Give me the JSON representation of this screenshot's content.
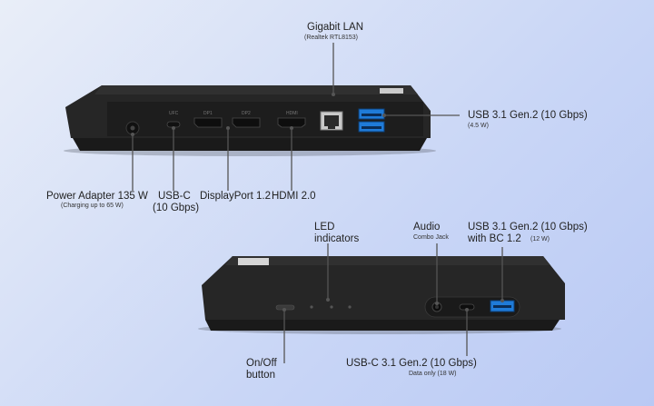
{
  "callouts_back": {
    "gigabit_lan": "Gigabit LAN",
    "gigabit_lan_sub": "(Realtek RTL8153)",
    "usb31_gen2": "USB 3.1 Gen.2 (10 Gbps)",
    "usb31_gen2_sub": "(4.5 W)",
    "power_adapter": "Power Adapter 135 W",
    "power_adapter_sub": "(Charging up to 65 W)",
    "usbc_line1": "USB-C",
    "usbc_line2": "(10 Gbps)",
    "displayport": "DisplayPort 1.2",
    "hdmi": "HDMI 2.0"
  },
  "callouts_front": {
    "led_line1": "LED",
    "led_line2": "indicators",
    "audio": "Audio",
    "audio_sub": "Combo Jack",
    "usb_bc_line1": "USB 3.1 Gen.2 (10 Gbps)",
    "usb_bc_line2": "with BC 1.2",
    "usb_bc_sub": "(12 W)",
    "onoff_line1": "On/Off",
    "onoff_line2": "button",
    "usbc_data": "USB-C 3.1 Gen.2 (10 Gbps)",
    "usbc_data_sub": "Data only (18 W)"
  },
  "port_labels": {
    "usbc": "UFC",
    "dp1": "DP1",
    "dp2": "DP2",
    "hdmi": "HDMI"
  },
  "colors": {
    "dock_body": "#242424",
    "dock_edge": "#111111",
    "usb_blue": "#1f7bd8"
  }
}
